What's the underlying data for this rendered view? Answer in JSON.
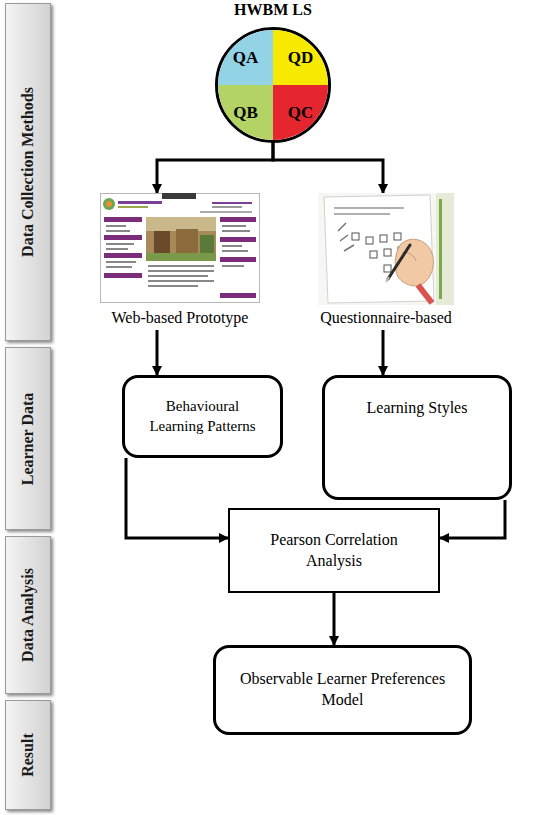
{
  "diagram": {
    "nodes": [
      {
        "text": [
          "Data Collection Methods"
        ]
      },
      {
        "text": [
          "HWBM LS"
        ]
      },
      {
        "text": [
          "QA"
        ],
        "in": 1
      },
      {
        "text": [
          "QD"
        ],
        "in": 1
      },
      {
        "text": [
          "QB"
        ],
        "in": 1
      },
      {
        "text": [
          "QC"
        ],
        "in": 1
      },
      {
        "text": [
          "Web-based Prototype"
        ]
      },
      {
        "text": [
          "Questionnaire-based"
        ]
      },
      {
        "text": [
          "Learner Data"
        ]
      },
      {
        "text": [
          "Behavioural Learning Patterns"
        ]
      },
      {
        "text": [
          "Learning Styles"
        ]
      },
      {
        "text": [
          "Data Analysis"
        ]
      },
      {
        "text": [
          "Pearson Correlation Analysis"
        ]
      },
      {
        "text": [
          "Result"
        ]
      },
      {
        "text": [
          "Observable Learner Preferences Model"
        ]
      }
    ],
    "edges": [
      {
        "from": 1,
        "to": 6,
        "arrow": "to"
      },
      {
        "from": 1,
        "to": 7,
        "arrow": "to"
      },
      {
        "from": 6,
        "to": 9,
        "arrow": "to"
      },
      {
        "from": 7,
        "to": 10,
        "arrow": "to"
      },
      {
        "from": 9,
        "to": 12,
        "arrow": "to"
      },
      {
        "from": 10,
        "to": 12,
        "arrow": "to"
      },
      {
        "from": 12,
        "to": 14,
        "arrow": "to"
      }
    ]
  }
}
